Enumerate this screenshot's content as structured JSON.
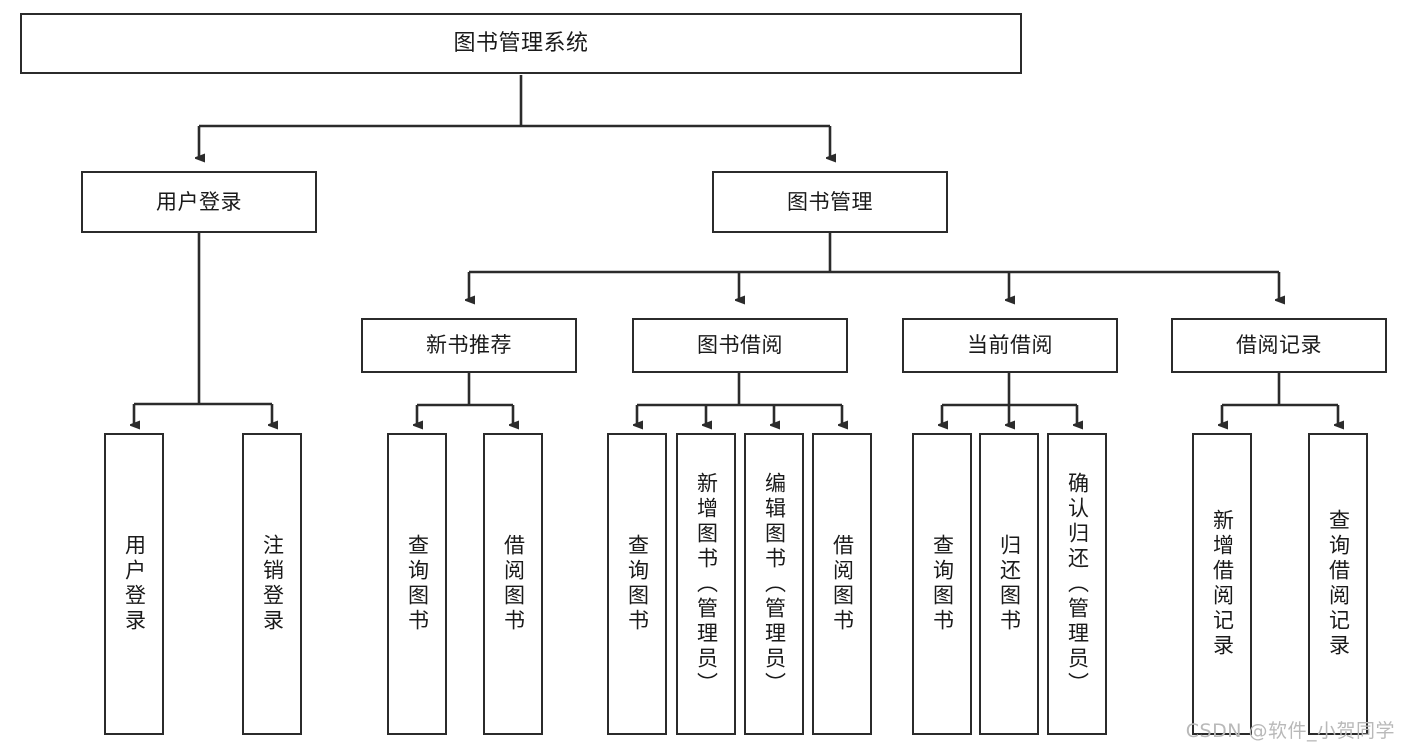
{
  "diagram": {
    "type": "tree-hierarchy",
    "title": "图书管理系统",
    "root": {
      "id": "root",
      "label": "图书管理系统"
    },
    "level2": [
      {
        "id": "user-login",
        "label": "用户登录"
      },
      {
        "id": "book-manage",
        "label": "图书管理"
      }
    ],
    "level3": [
      {
        "id": "new-book-rec",
        "label": "新书推荐",
        "parent": "book-manage"
      },
      {
        "id": "book-borrow",
        "label": "图书借阅",
        "parent": "book-manage"
      },
      {
        "id": "current-borrow",
        "label": "当前借阅",
        "parent": "book-manage"
      },
      {
        "id": "borrow-record",
        "label": "借阅记录",
        "parent": "book-manage"
      }
    ],
    "leaves": [
      {
        "id": "leaf-user-login",
        "label": "用户登录",
        "parent": "user-login"
      },
      {
        "id": "leaf-logout",
        "label": "注销登录",
        "parent": "user-login"
      },
      {
        "id": "leaf-query-book-1",
        "label": "查询图书",
        "parent": "new-book-rec"
      },
      {
        "id": "leaf-borrow-book-1",
        "label": "借阅图书",
        "parent": "new-book-rec"
      },
      {
        "id": "leaf-query-book-2",
        "label": "查询图书",
        "parent": "book-borrow"
      },
      {
        "id": "leaf-add-book",
        "label": "新增图书（管理员）",
        "parent": "book-borrow"
      },
      {
        "id": "leaf-edit-book",
        "label": "编辑图书（管理员）",
        "parent": "book-borrow"
      },
      {
        "id": "leaf-borrow-book-2",
        "label": "借阅图书",
        "parent": "book-borrow"
      },
      {
        "id": "leaf-query-book-3",
        "label": "查询图书",
        "parent": "current-borrow"
      },
      {
        "id": "leaf-return-book",
        "label": "归还图书",
        "parent": "current-borrow"
      },
      {
        "id": "leaf-confirm-return",
        "label": "确认归还（管理员）",
        "parent": "current-borrow"
      },
      {
        "id": "leaf-add-record",
        "label": "新增借阅记录",
        "parent": "borrow-record"
      },
      {
        "id": "leaf-query-record",
        "label": "查询借阅记录",
        "parent": "borrow-record"
      }
    ],
    "colors": {
      "border": "#2b2b2b",
      "background": "#ffffff",
      "text": "#1a1a1a",
      "edge": "#2b2b2b",
      "watermark": "#b9b9b9"
    }
  },
  "watermark": {
    "text": "CSDN @软件_小贺同学"
  }
}
